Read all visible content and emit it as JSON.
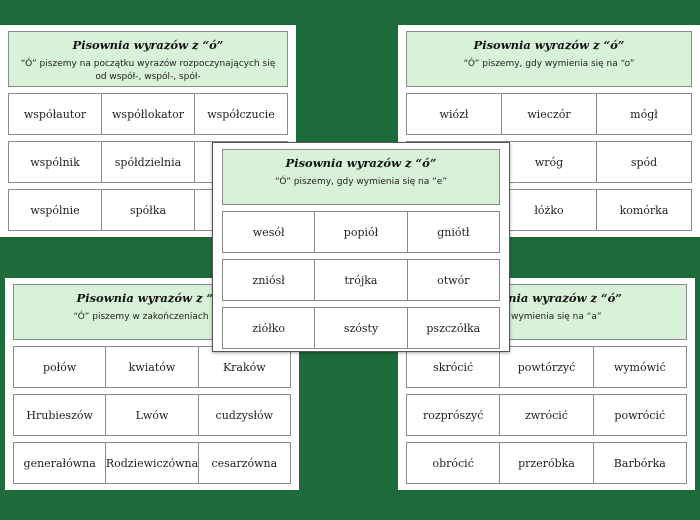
{
  "cards": {
    "top_left": {
      "title": "Pisownia wyrazów z “ó”",
      "subtitle": "“Ó” piszemy na początku wyrazów rozpoczynających się od współ-, wspól-, spół-",
      "rows": [
        [
          "współautor",
          "współlokator",
          "współczucie"
        ],
        [
          "wspólnik",
          "spółdzielnia",
          ""
        ],
        [
          "wspólnie",
          "spółka",
          ""
        ]
      ]
    },
    "top_right": {
      "title": "Pisownia wyrazów z “ó”",
      "subtitle": "“Ó” piszemy, gdy wymienia się na “o”",
      "rows": [
        [
          "wiózł",
          "wieczór",
          "mógł"
        ],
        [
          "",
          "wróg",
          "spód"
        ],
        [
          "",
          "łóżko",
          "komórka"
        ]
      ]
    },
    "center": {
      "title": "Pisownia wyrazów z “ó”",
      "subtitle": "“Ó” piszemy, gdy wymienia się na “e”",
      "rows": [
        [
          "wesół",
          "popiół",
          "gniótł"
        ],
        [
          "zniósł",
          "trójka",
          "otwór"
        ],
        [
          "ziółko",
          "szósty",
          "pszczółka"
        ]
      ]
    },
    "bottom_left": {
      "title": "Pisownia wyrazów z “ó”",
      "subtitle": "“Ó” piszemy w zakończeniach -ów,",
      "rows": [
        [
          "połów",
          "kwiatów",
          "Kraków"
        ],
        [
          "Hrubieszów",
          "Lwów",
          "cudzysłów"
        ],
        [
          "generałówna",
          "Rodziewiczówna",
          "cesarzówna"
        ]
      ]
    },
    "bottom_right": {
      "title": "Pisownia wyrazów z “ó”",
      "subtitle": "gdy wymienia się na “a”",
      "rows": [
        [
          "skrócić",
          "powtórzyć",
          "wymówić"
        ],
        [
          "rozprószyć",
          "zwrócić",
          "powrócić"
        ],
        [
          "obrócić",
          "przeróbka",
          "Barbórka"
        ]
      ]
    }
  }
}
